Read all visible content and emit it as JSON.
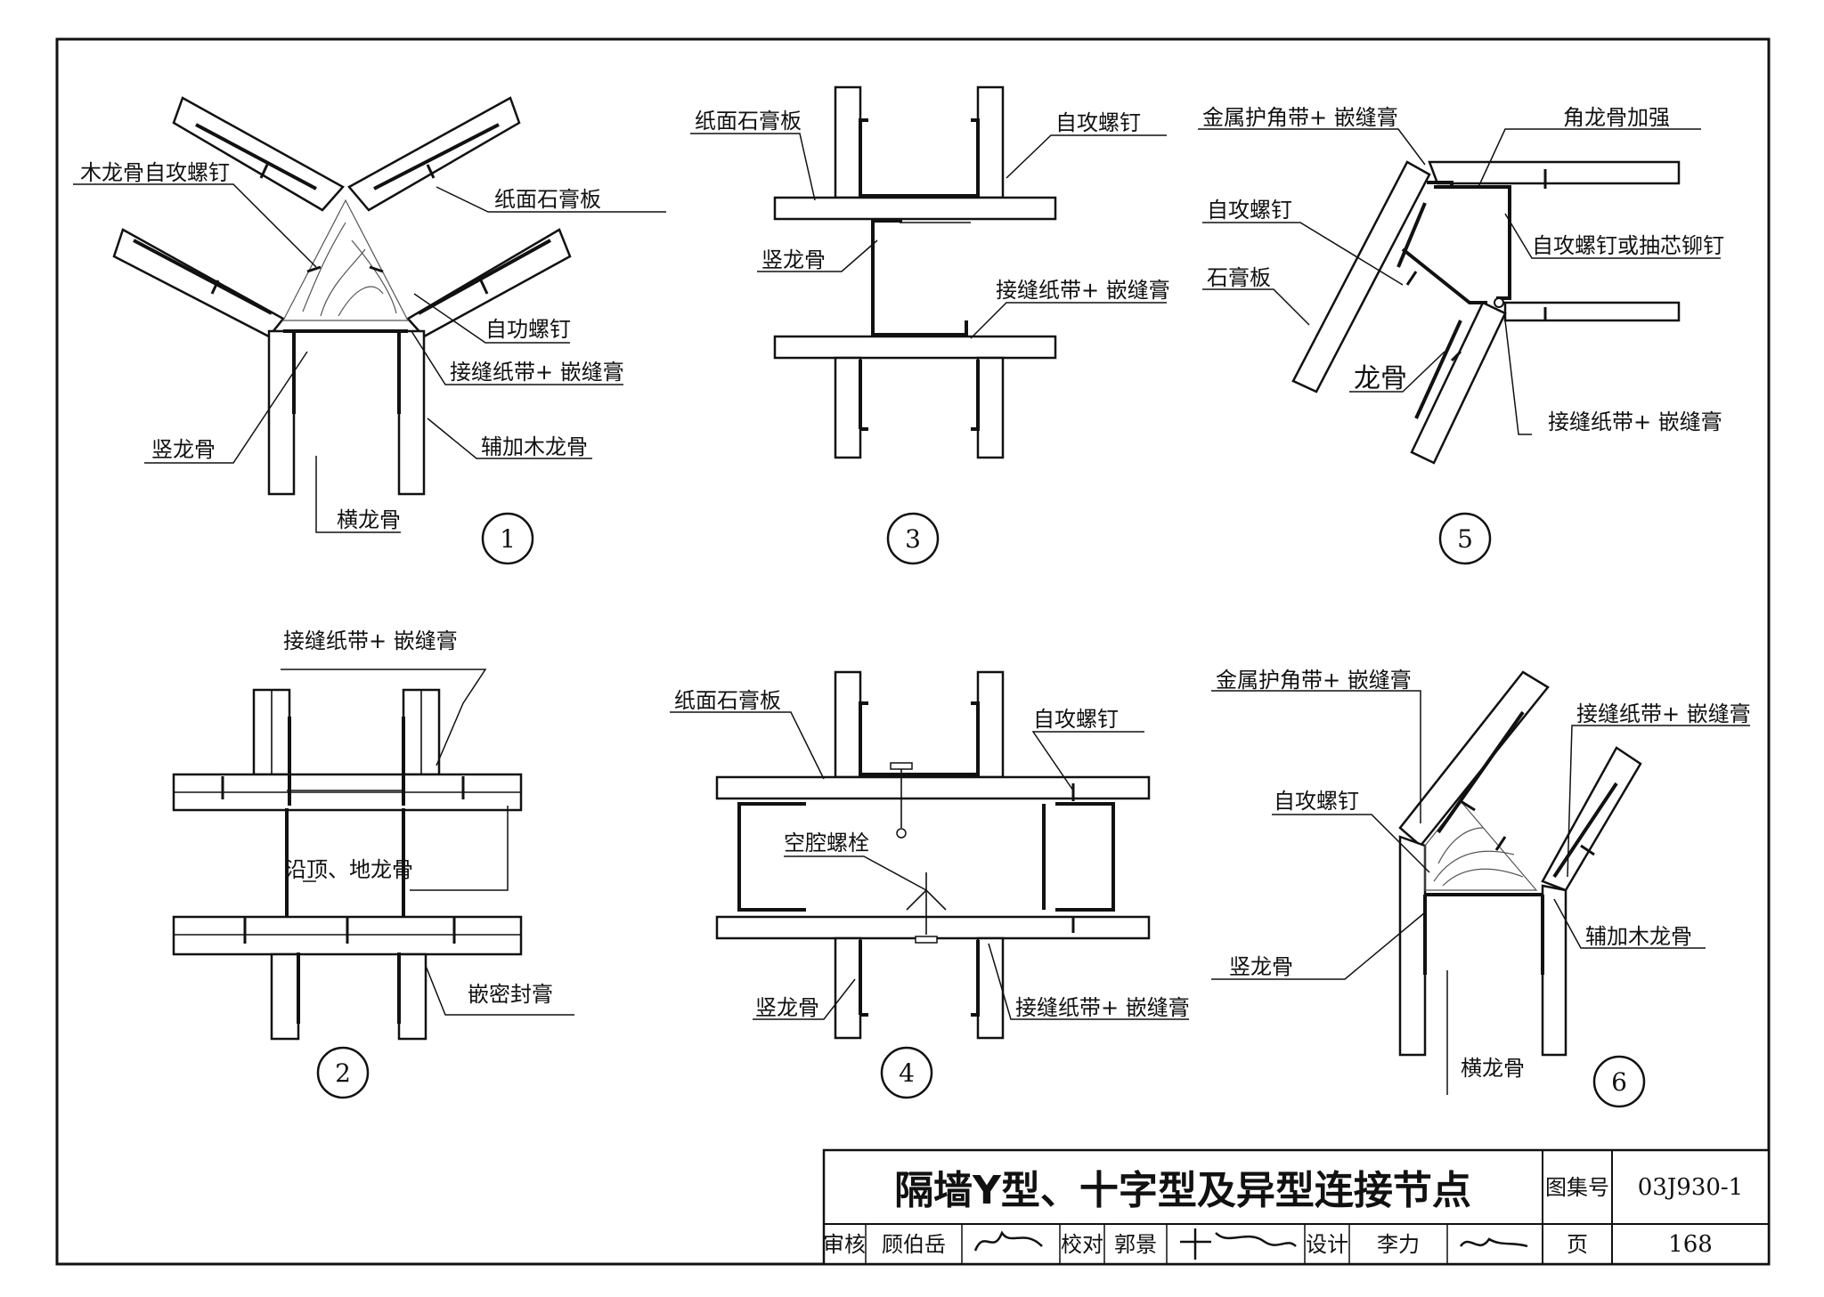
{
  "title_block": {
    "title": "隔墙Y型、十字型及异型连接节点",
    "atlas_label": "图集号",
    "atlas_number": "03J930-1",
    "review_label": "审核",
    "review_name": "顾伯岳",
    "check_label": "校对",
    "check_name": "郭景",
    "design_label": "设计",
    "design_name": "李力",
    "page_label": "页",
    "page_number": "168"
  },
  "details": {
    "d1": {
      "number": "1",
      "labels": [
        "木龙骨自攻螺钉",
        "纸面石膏板",
        "自功螺钉",
        "接缝纸带+ 嵌缝膏",
        "竖龙骨",
        "辅加木龙骨",
        "横龙骨"
      ]
    },
    "d2": {
      "number": "2",
      "labels": [
        "接缝纸带+ 嵌缝膏",
        "沿顶、地龙骨",
        "嵌密封膏"
      ]
    },
    "d3": {
      "number": "3",
      "labels": [
        "纸面石膏板",
        "自攻螺钉",
        "竖龙骨",
        "接缝纸带+ 嵌缝膏"
      ]
    },
    "d4": {
      "number": "4",
      "labels": [
        "纸面石膏板",
        "自攻螺钉",
        "空腔螺栓",
        "竖龙骨",
        "接缝纸带+ 嵌缝膏"
      ]
    },
    "d5": {
      "number": "5",
      "labels": [
        "金属护角带+ 嵌缝膏",
        "角龙骨加强",
        "自攻螺钉",
        "自攻螺钉或抽芯铆钉",
        "石膏板",
        "龙骨",
        "接缝纸带+ 嵌缝膏"
      ]
    },
    "d6": {
      "number": "6",
      "labels": [
        "金属护角带+ 嵌缝膏",
        "接缝纸带+ 嵌缝膏",
        "自攻螺钉",
        "竖龙骨",
        "辅加木龙骨",
        "横龙骨"
      ]
    }
  }
}
